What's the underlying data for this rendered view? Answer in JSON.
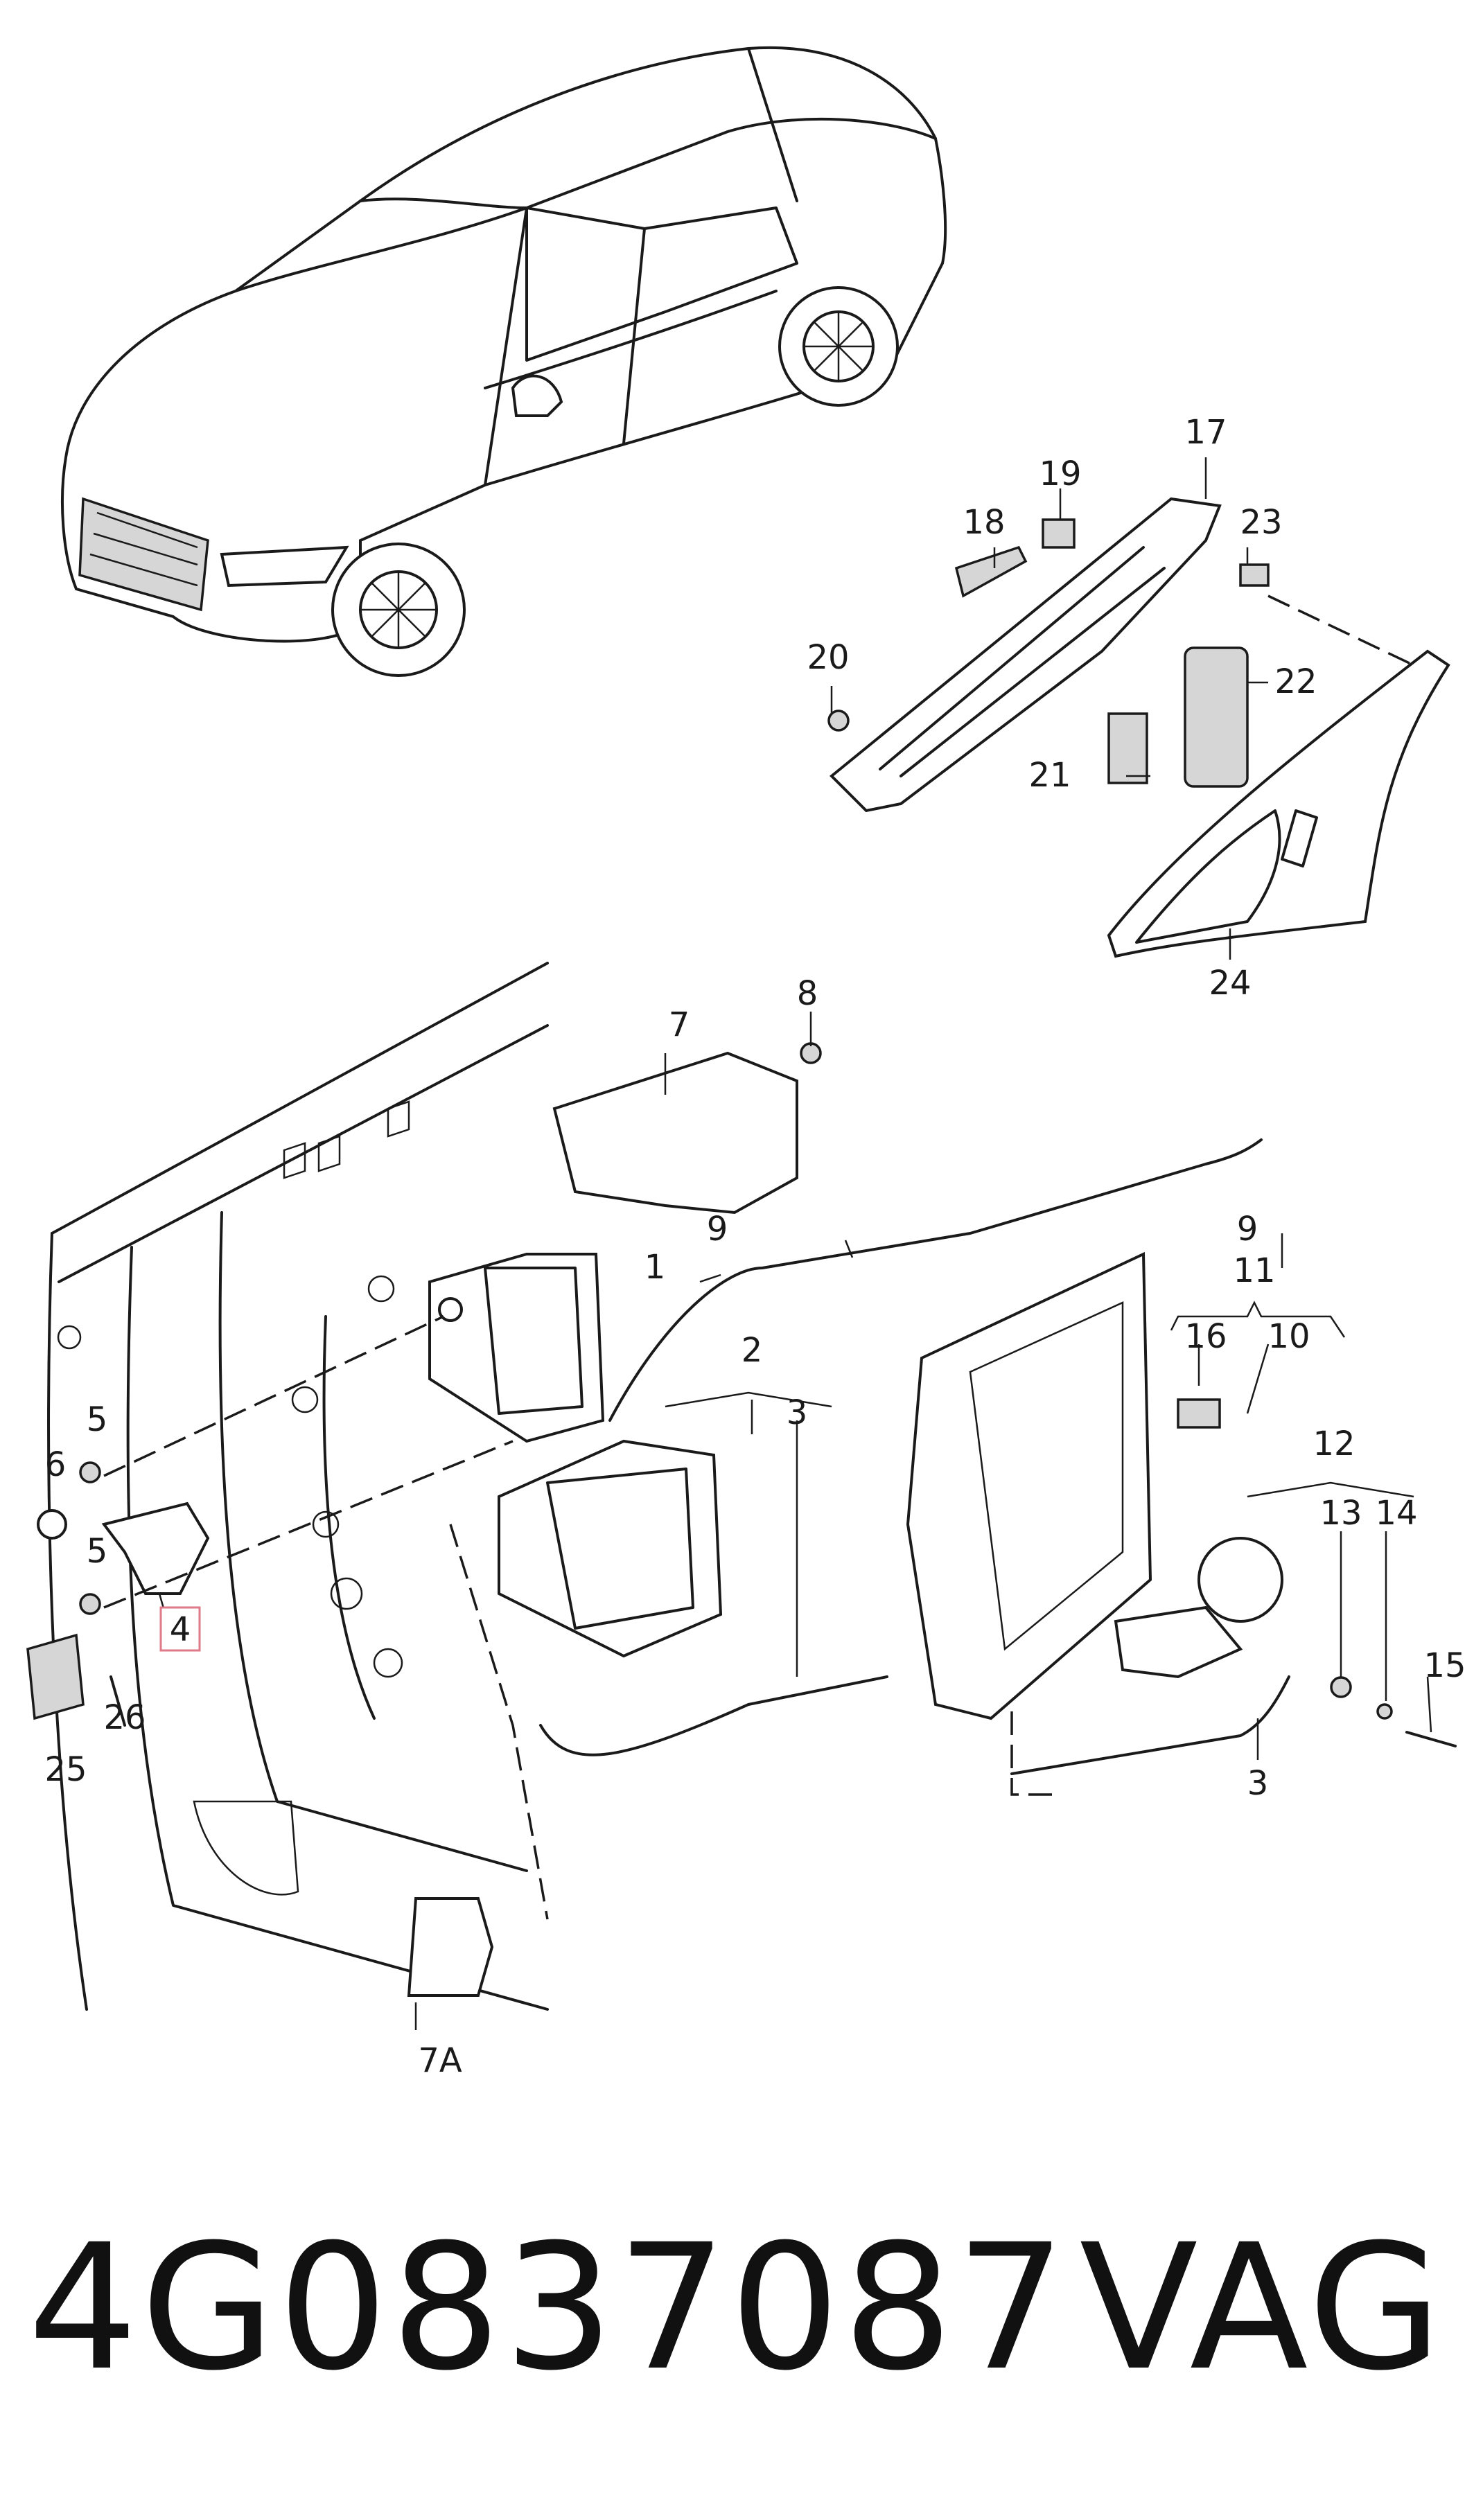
{
  "callouts": [
    "1",
    "2",
    "3",
    "3",
    "4",
    "5",
    "5",
    "6",
    "7",
    "7A",
    "8",
    "9",
    "9",
    "10",
    "11",
    "12",
    "13",
    "14",
    "15",
    "16",
    "17",
    "18",
    "19",
    "20",
    "21",
    "22",
    "23",
    "24",
    "25",
    "26"
  ],
  "part_number": "4G0837087",
  "brand": "VAG",
  "highlight_color": "#e07a8a"
}
